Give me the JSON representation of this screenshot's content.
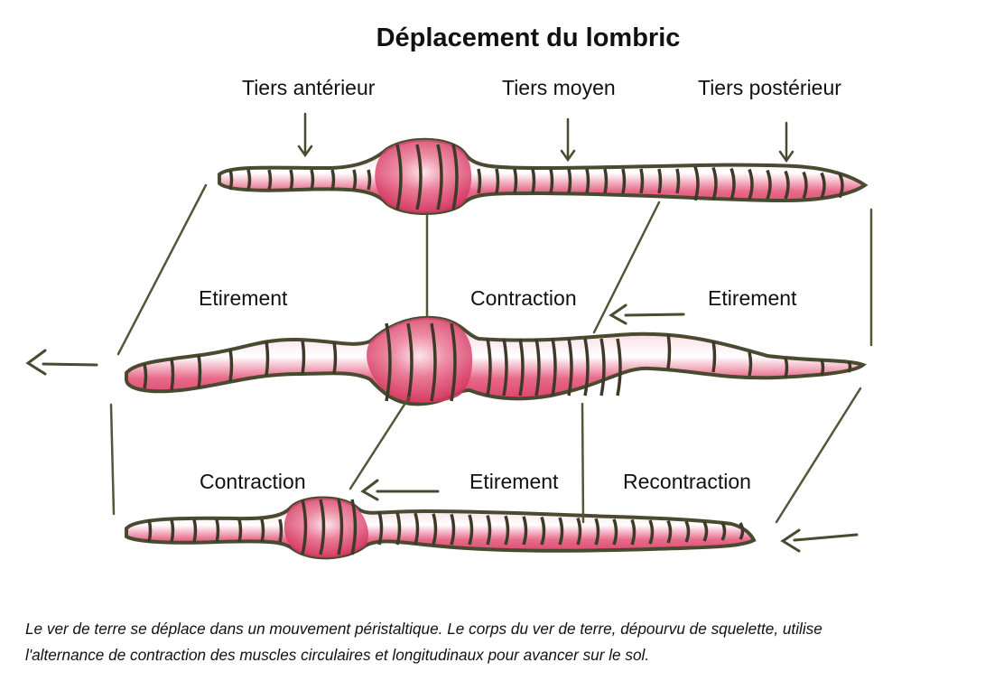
{
  "title": "Déplacement du lombric",
  "colors": {
    "worm_fill": "#e0476f",
    "worm_light": "#fbdbe3",
    "outline": "#4a4a30",
    "text": "#111111"
  },
  "segment_labels": {
    "anterior": "Tiers antérieur",
    "middle": "Tiers moyen",
    "posterior": "Tiers postérieur"
  },
  "stage_labels": {
    "row1": [
      "Etirement",
      "Contraction",
      "Etirement"
    ],
    "row2": [
      "Contraction",
      "Etirement",
      "Recontraction"
    ]
  },
  "worms": [
    {
      "name": "worm-initial",
      "state": "contraction anterior third"
    },
    {
      "name": "worm-stage-2",
      "state": "anterior stretched, middle contracted, posterior stretched"
    },
    {
      "name": "worm-stage-3",
      "state": "anterior contracted, middle stretched, posterior recontracted"
    }
  ],
  "movement_direction": "left",
  "caption": "Le ver de terre se déplace dans un mouvement péristaltique. Le corps du ver de terre, dépourvu de squelette, utilise l'alternance de contraction des muscles circulaires et longitudinaux pour avancer sur le sol."
}
